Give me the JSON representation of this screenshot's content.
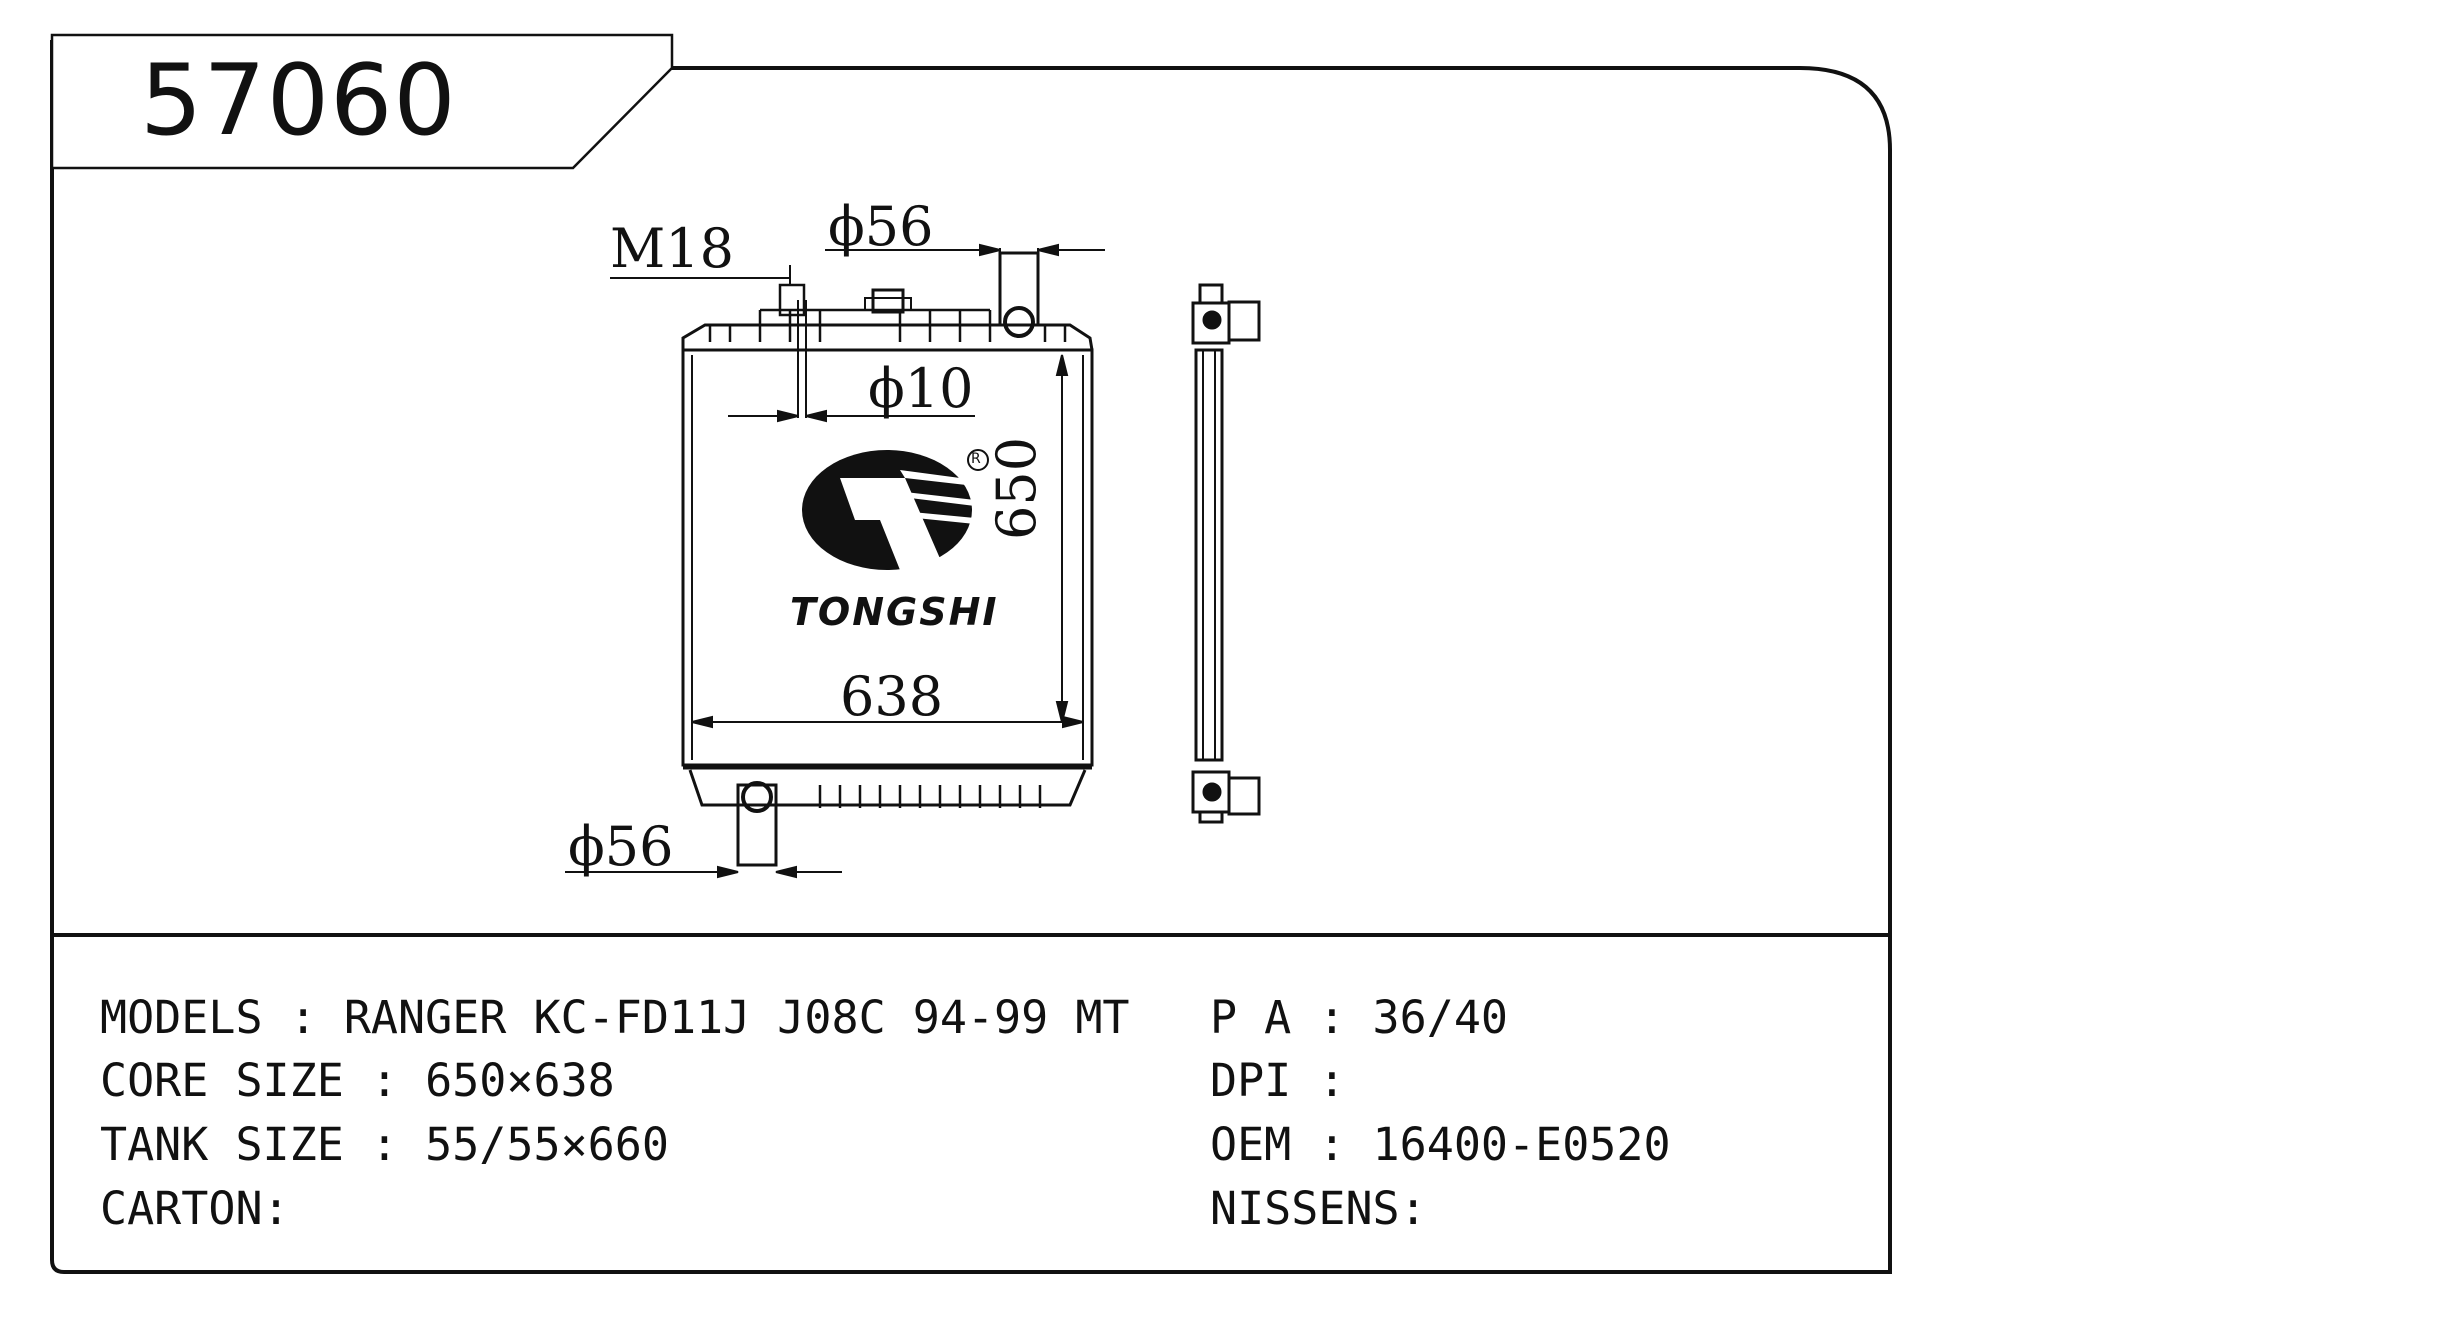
{
  "part_number": "57060",
  "dimensions": {
    "m18": "M18",
    "phi56_top": "ϕ56",
    "phi10": "ϕ10",
    "height_650": "650",
    "width_638": "638",
    "phi56_bottom": "ϕ56"
  },
  "logo": {
    "brand": "TONGSHI",
    "registered": "R"
  },
  "specs_left": {
    "models": "MODELS : RANGER KC-FD11J J08C 94-99 MT",
    "core_size": "CORE SIZE : 650×638",
    "tank_size": "TANK SIZE : 55/55×660",
    "carton": "CARTON:"
  },
  "specs_right": {
    "pa": "P A : 36/40",
    "dpi": "DPI :",
    "oem": "OEM : 16400-E0520",
    "nissens": "NISSENS:"
  }
}
